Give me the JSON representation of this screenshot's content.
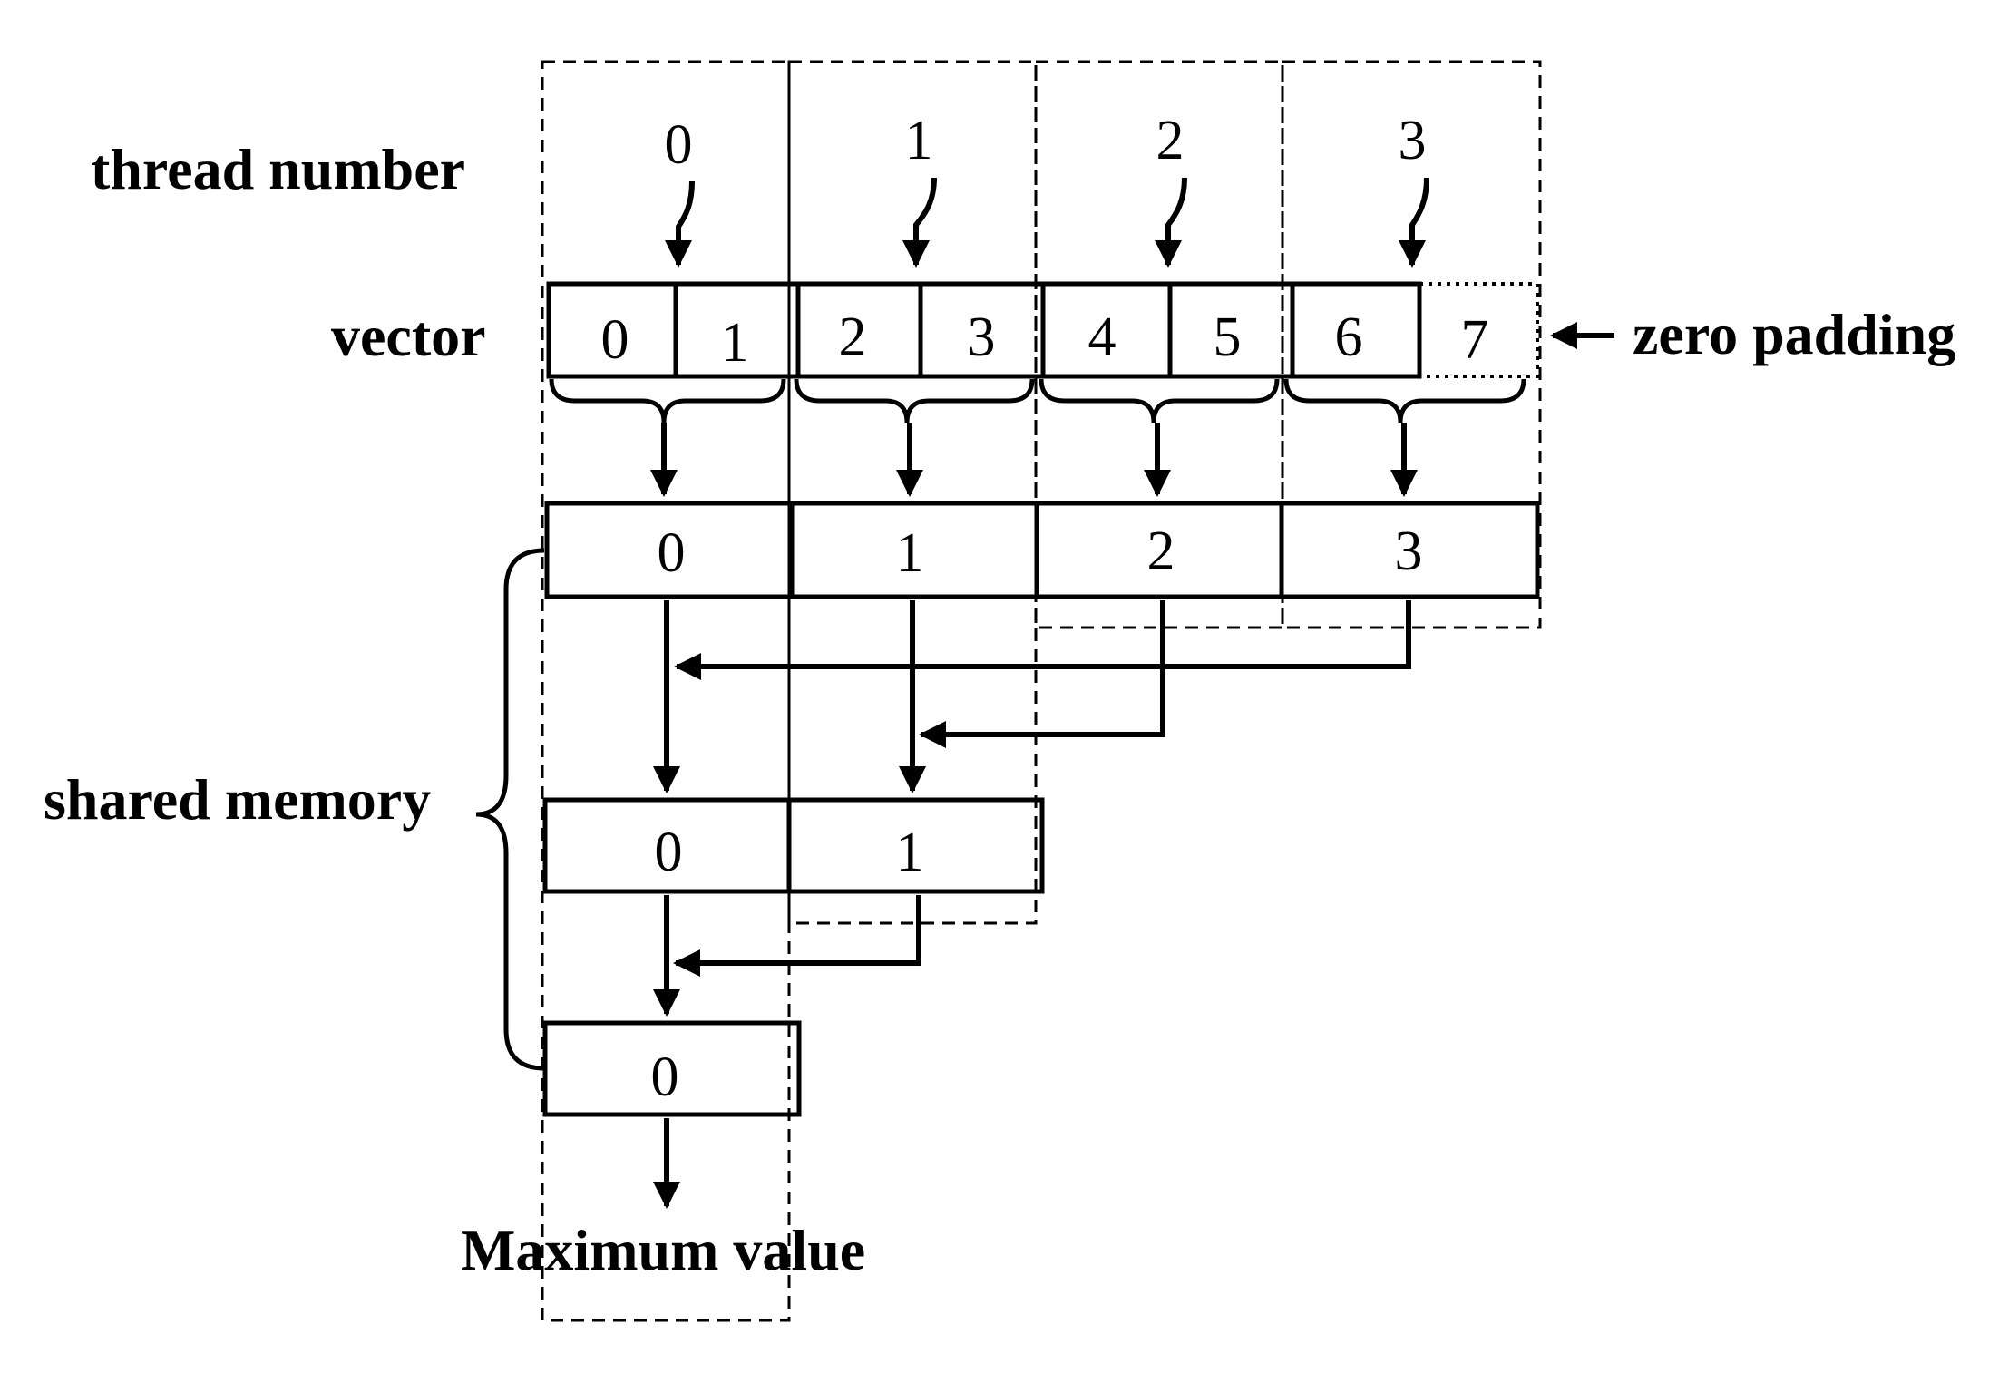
{
  "labels": {
    "thread_number": "thread number",
    "vector": "vector",
    "zero_padding": "zero padding",
    "shared_memory": "shared memory",
    "maximum_value": "Maximum value"
  },
  "thread_numbers": [
    "0",
    "1",
    "2",
    "3"
  ],
  "vector_cells": [
    "0",
    "1",
    "2",
    "3",
    "4",
    "5",
    "6",
    "7"
  ],
  "level1_cells": [
    "0",
    "1",
    "2",
    "3"
  ],
  "level2_cells": [
    "0",
    "1"
  ],
  "level3_cells": [
    "0"
  ]
}
